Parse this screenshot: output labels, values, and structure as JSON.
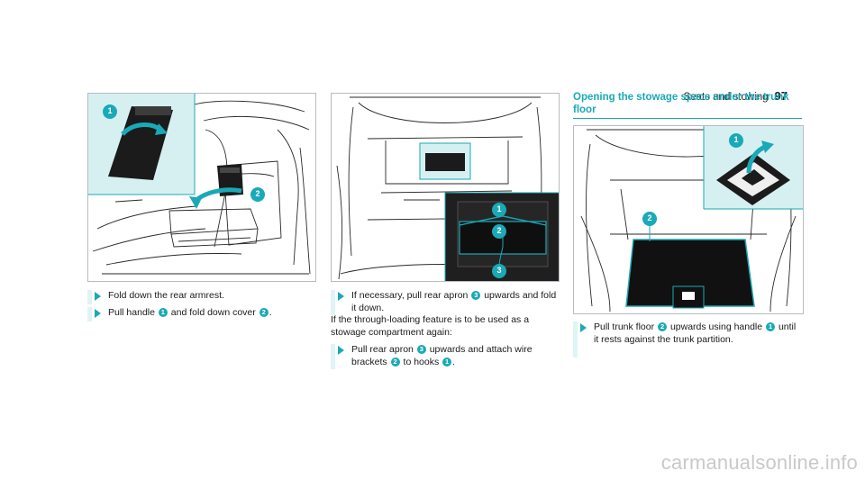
{
  "header": {
    "section": "Seats and stowing",
    "page_number": "97"
  },
  "colors": {
    "accent": "#1aa9b6",
    "accent_fill": "#d6f0f2",
    "accent_bar": "#dff4f6"
  },
  "figure_callouts": {
    "rear_armrest": [
      "1",
      "2"
    ],
    "trunk_apron": [
      "1",
      "2",
      "3"
    ],
    "trunk_floor": [
      "1",
      "2"
    ]
  },
  "col1": {
    "step1": "Fold down the rear armrest.",
    "step2": {
      "a": "Pull handle ",
      "callout1": "1",
      "b": " and fold down cover ",
      "callout2": "2",
      "c": "."
    }
  },
  "col2": {
    "step1": {
      "a": "If necessary, pull rear apron ",
      "callout": "3",
      "b": " upwards and fold it down."
    },
    "note": "If the through-loading feature is to be used as a stowage compartment again:",
    "step2": {
      "a": "Pull rear apron ",
      "callout1": "3",
      "b": " upwards and attach wire brackets ",
      "callout2": "2",
      "c": " to hooks ",
      "callout3": "1",
      "d": "."
    }
  },
  "col3": {
    "heading": "Opening the stowage space under the trunk floor",
    "step1": {
      "a": "Pull trunk floor ",
      "callout1": "2",
      "b": " upwards using handle ",
      "callout2": "1",
      "c": " until it rests against the trunk partition."
    }
  },
  "watermark": "carmanualsonline.info"
}
